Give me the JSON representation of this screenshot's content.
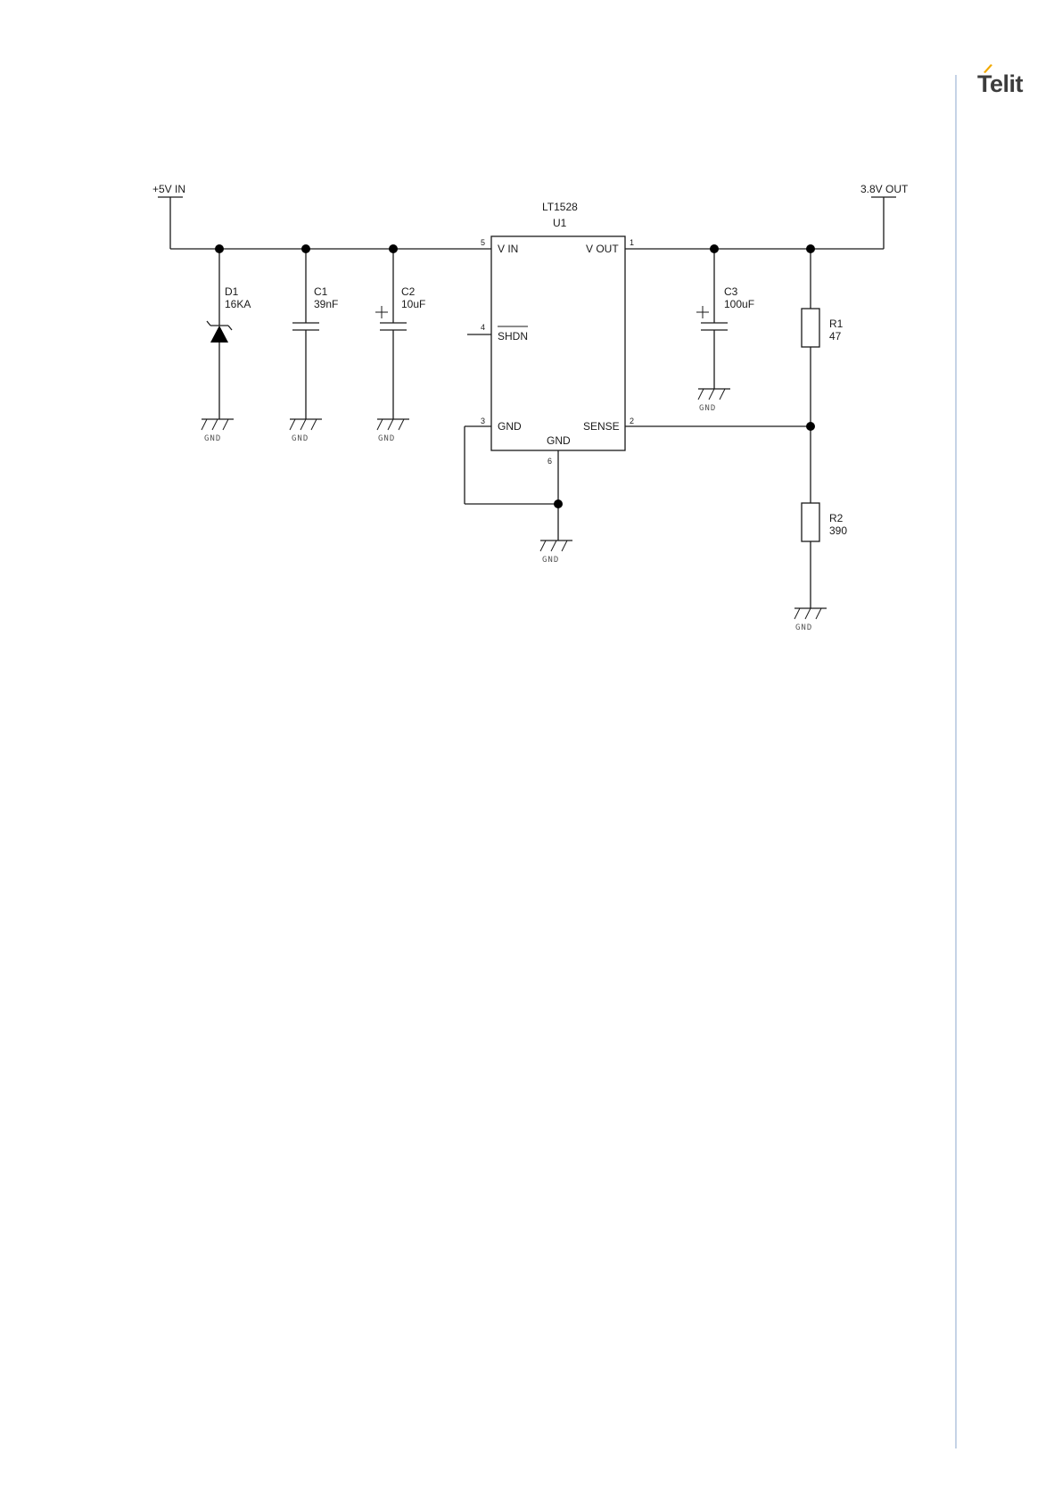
{
  "brand": {
    "logo_text": "Telit"
  },
  "net_labels": {
    "vin": "+5V IN",
    "vout": "3.8V OUT",
    "gnd": "GND"
  },
  "components": {
    "U1": {
      "ref": "U1",
      "value": "LT1528"
    },
    "D1": {
      "ref": "D1",
      "value": "16KA"
    },
    "C1": {
      "ref": "C1",
      "value": "39nF"
    },
    "C2": {
      "ref": "C2",
      "value": "10uF"
    },
    "C3": {
      "ref": "C3",
      "value": "100uF"
    },
    "R1": {
      "ref": "R1",
      "value": "47"
    },
    "R2": {
      "ref": "R2",
      "value": "390"
    }
  },
  "u1_pins": {
    "vin": {
      "num": "5",
      "name": "V IN"
    },
    "shdn": {
      "num": "4",
      "name": "SHDN"
    },
    "gnd": {
      "num": "3",
      "name": "GND"
    },
    "gnd_bottom": {
      "num": "6",
      "name": "GND"
    },
    "vout": {
      "num": "1",
      "name": "V OUT"
    },
    "sense": {
      "num": "2",
      "name": "SENSE"
    }
  },
  "colors": {
    "accent": "#f2a900",
    "rule": "#c5d3e6",
    "ink": "#1a1a1a"
  }
}
